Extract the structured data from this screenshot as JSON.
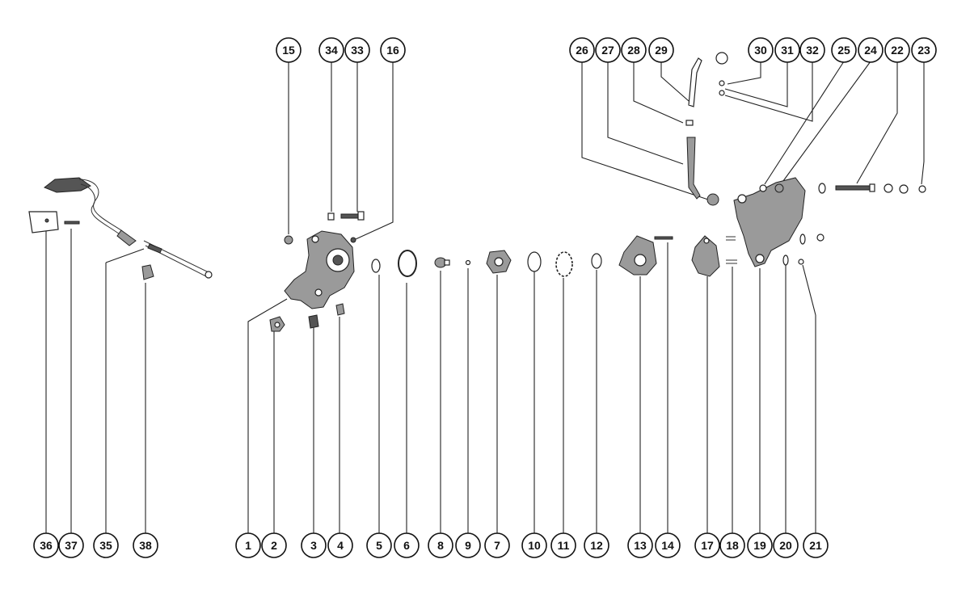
{
  "diagram": {
    "callouts": [
      {
        "id": "c1",
        "label": "1"
      },
      {
        "id": "c2",
        "label": "2"
      },
      {
        "id": "c3",
        "label": "3"
      },
      {
        "id": "c4",
        "label": "4"
      },
      {
        "id": "c5",
        "label": "5"
      },
      {
        "id": "c6",
        "label": "6"
      },
      {
        "id": "c8",
        "label": "8"
      },
      {
        "id": "c9",
        "label": "9"
      },
      {
        "id": "c7",
        "label": "7"
      },
      {
        "id": "c10",
        "label": "10"
      },
      {
        "id": "c11",
        "label": "11"
      },
      {
        "id": "c12",
        "label": "12"
      },
      {
        "id": "c13",
        "label": "13"
      },
      {
        "id": "c14",
        "label": "14"
      },
      {
        "id": "c17",
        "label": "17"
      },
      {
        "id": "c18",
        "label": "18"
      },
      {
        "id": "c19",
        "label": "19"
      },
      {
        "id": "c20",
        "label": "20"
      },
      {
        "id": "c21",
        "label": "21"
      },
      {
        "id": "c36",
        "label": "36"
      },
      {
        "id": "c37",
        "label": "37"
      },
      {
        "id": "c35",
        "label": "35"
      },
      {
        "id": "c38",
        "label": "38"
      },
      {
        "id": "c15",
        "label": "15"
      },
      {
        "id": "c34",
        "label": "34"
      },
      {
        "id": "c33",
        "label": "33"
      },
      {
        "id": "c16",
        "label": "16"
      },
      {
        "id": "c26",
        "label": "26"
      },
      {
        "id": "c27",
        "label": "27"
      },
      {
        "id": "c28",
        "label": "28"
      },
      {
        "id": "c29",
        "label": "29"
      },
      {
        "id": "c30",
        "label": "30"
      },
      {
        "id": "c31",
        "label": "31"
      },
      {
        "id": "c32",
        "label": "32"
      },
      {
        "id": "c25",
        "label": "25"
      },
      {
        "id": "c24",
        "label": "24"
      },
      {
        "id": "c22",
        "label": "22"
      },
      {
        "id": "c23",
        "label": "23"
      }
    ]
  }
}
